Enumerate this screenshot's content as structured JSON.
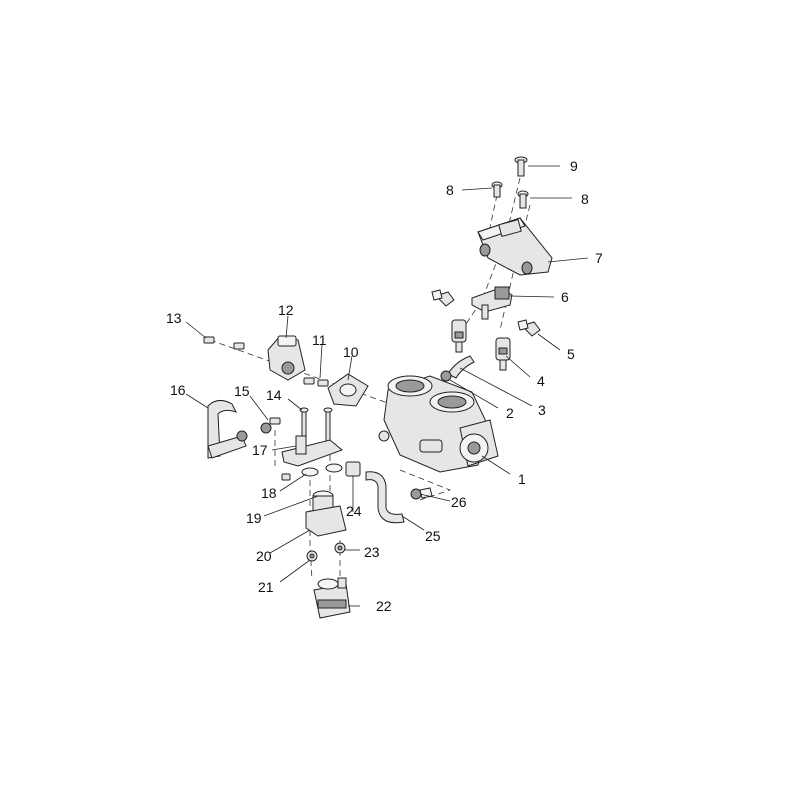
{
  "colors": {
    "line": "#222222",
    "fill": "#e6e6e6",
    "shade": "#9a9a9a",
    "background": "#ffffff"
  },
  "callouts": [
    {
      "id": "1",
      "text": "1"
    },
    {
      "id": "2",
      "text": "2"
    },
    {
      "id": "3",
      "text": "3"
    },
    {
      "id": "4",
      "text": "4"
    },
    {
      "id": "5",
      "text": "5"
    },
    {
      "id": "6",
      "text": "6"
    },
    {
      "id": "7",
      "text": "7"
    },
    {
      "id": "8a",
      "text": "8"
    },
    {
      "id": "8b",
      "text": "8"
    },
    {
      "id": "9",
      "text": "9"
    },
    {
      "id": "10",
      "text": "10"
    },
    {
      "id": "11",
      "text": "11"
    },
    {
      "id": "12",
      "text": "12"
    },
    {
      "id": "13",
      "text": "13"
    },
    {
      "id": "14",
      "text": "14"
    },
    {
      "id": "15",
      "text": "15"
    },
    {
      "id": "16",
      "text": "16"
    },
    {
      "id": "17",
      "text": "17"
    },
    {
      "id": "18",
      "text": "18"
    },
    {
      "id": "19",
      "text": "19"
    },
    {
      "id": "20",
      "text": "20"
    },
    {
      "id": "21",
      "text": "21"
    },
    {
      "id": "22",
      "text": "22"
    },
    {
      "id": "23",
      "text": "23"
    },
    {
      "id": "24",
      "text": "24"
    },
    {
      "id": "25",
      "text": "25"
    },
    {
      "id": "26",
      "text": "26"
    }
  ]
}
